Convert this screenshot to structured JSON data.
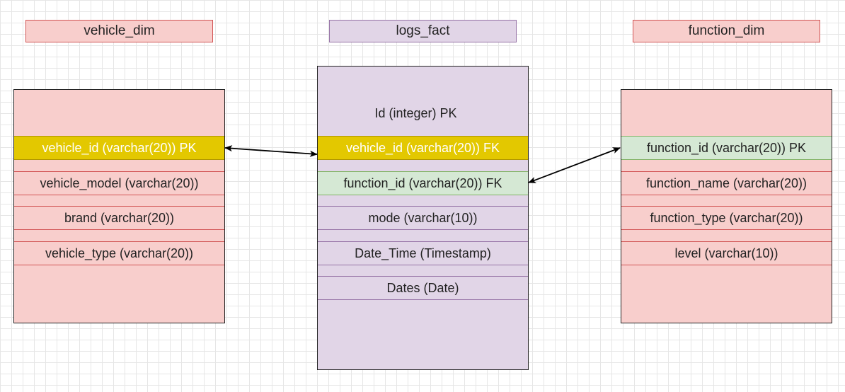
{
  "tables": {
    "vehicle_dim": {
      "title": "vehicle_dim",
      "rows": [
        "vehicle_id (varchar(20)) PK",
        "vehicle_model (varchar(20))",
        "brand (varchar(20))",
        "vehicle_type (varchar(20))"
      ]
    },
    "logs_fact": {
      "title": "logs_fact",
      "header": "Id (integer) PK",
      "rows": [
        "vehicle_id (varchar(20)) FK",
        "function_id (varchar(20)) FK",
        "mode (varchar(10))",
        "Date_Time (Timestamp)",
        "Dates (Date)"
      ]
    },
    "function_dim": {
      "title": "function_dim",
      "rows": [
        "function_id (varchar(20)) PK",
        "function_name (varchar(20))",
        "function_type (varchar(20))",
        "level (varchar(10))"
      ]
    }
  },
  "colors": {
    "dim_fill": "#f8cecc",
    "dim_border": "#d25555",
    "fact_fill": "#e1d5e7",
    "fact_border": "#9673a6",
    "key_highlight": "#e3c800",
    "fk_highlight": "#d5e8d4"
  },
  "relationships": [
    {
      "from": "vehicle_dim.vehicle_id",
      "to": "logs_fact.vehicle_id"
    },
    {
      "from": "logs_fact.function_id",
      "to": "function_dim.function_id"
    }
  ]
}
